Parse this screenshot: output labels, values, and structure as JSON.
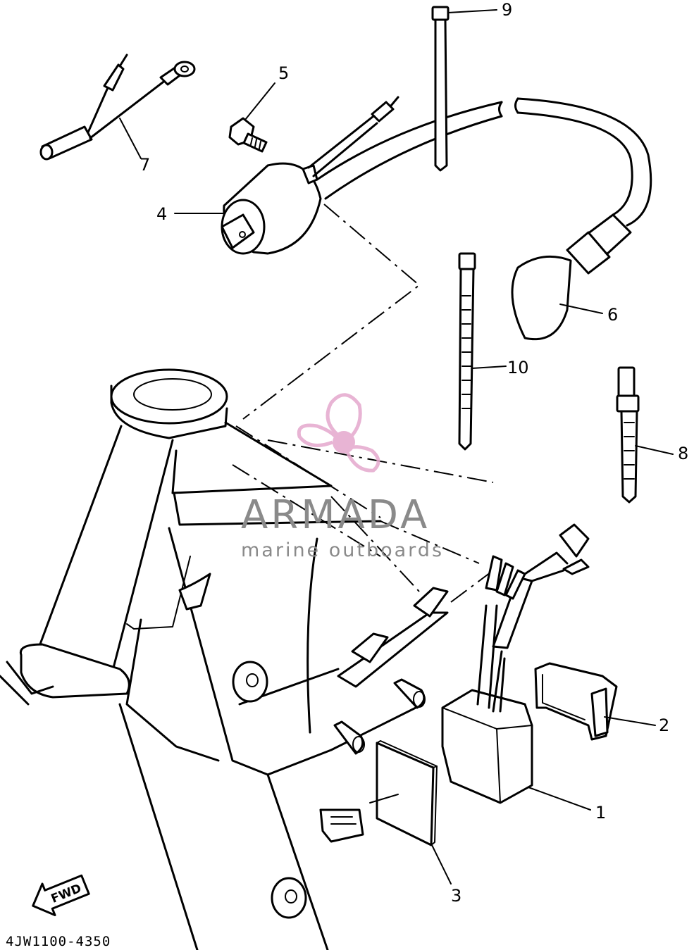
{
  "diagram": {
    "part_code": "4JW1100-4350",
    "fwd_label": "FWD",
    "callouts": [
      {
        "id": "c9",
        "label": "9"
      },
      {
        "id": "c5",
        "label": "5"
      },
      {
        "id": "c7",
        "label": "7"
      },
      {
        "id": "c4",
        "label": "4"
      },
      {
        "id": "c6",
        "label": "6"
      },
      {
        "id": "c10",
        "label": "10"
      },
      {
        "id": "c8",
        "label": "8"
      },
      {
        "id": "c2",
        "label": "2"
      },
      {
        "id": "c1",
        "label": "1"
      },
      {
        "id": "c3",
        "label": "3"
      }
    ]
  },
  "watermark": {
    "title": "ARMADA",
    "subtitle": "marine outboards",
    "color": "#e4a8cd",
    "text_color": "#8a8a8a"
  }
}
